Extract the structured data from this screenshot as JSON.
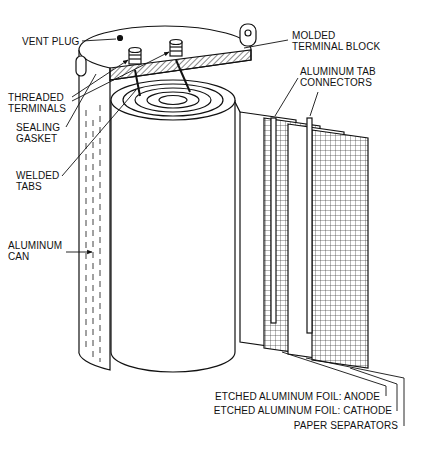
{
  "diagram": {
    "labels": [
      "VENT PLUG",
      "MOLDED TERMINAL BLOCK",
      "THREADED TERMINALS",
      "ALUMINUM TAB CONNECTORS",
      "SEALING GASKET",
      "WELDED TABS",
      "ALUMINUM CAN",
      "ETCHED ALUMINUM FOIL: ANODE",
      "ETCHED ALUMINUM FOIL: CATHODE",
      "PAPER SEPARATORS"
    ]
  }
}
